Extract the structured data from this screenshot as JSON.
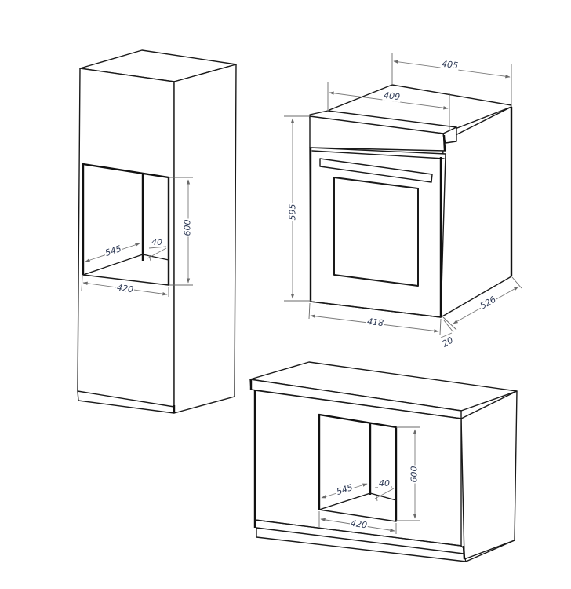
{
  "diagram": {
    "units": "mm",
    "label_color": "#2e3a56",
    "line_color": "#1a1a1a",
    "dimension_line_color": "#7a7a7a"
  },
  "tall_cabinet": {
    "niche": {
      "depth": "545",
      "rear_gap": "40",
      "height": "600",
      "width": "420"
    }
  },
  "oven": {
    "depth_top": "405",
    "depth_body": "409",
    "height": "595",
    "width": "418",
    "side_depth": "526",
    "front_panel": "20"
  },
  "base_cabinet": {
    "niche": {
      "depth": "545",
      "rear_gap": "40",
      "height": "600",
      "width": "420"
    }
  }
}
